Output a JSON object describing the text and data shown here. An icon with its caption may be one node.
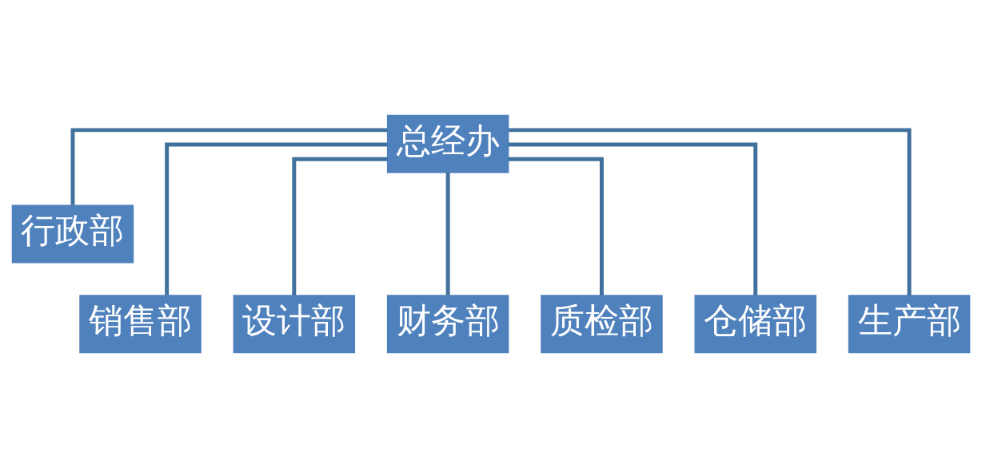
{
  "diagram": {
    "nodes": [
      {
        "text": [
          "总经办"
        ]
      },
      {
        "text": [
          "行政部"
        ]
      },
      {
        "text": [
          "销售部"
        ]
      },
      {
        "text": [
          "设计部"
        ]
      },
      {
        "text": [
          "财务部"
        ]
      },
      {
        "text": [
          "质检部"
        ]
      },
      {
        "text": [
          "仓储部"
        ]
      },
      {
        "text": [
          "生产部"
        ]
      }
    ],
    "edges": [
      {
        "from": 0,
        "to": 1,
        "arrow": "none"
      },
      {
        "from": 0,
        "to": 2,
        "arrow": "none"
      },
      {
        "from": 0,
        "to": 3,
        "arrow": "none"
      },
      {
        "from": 0,
        "to": 4,
        "arrow": "none"
      },
      {
        "from": 0,
        "to": 5,
        "arrow": "none"
      },
      {
        "from": 0,
        "to": 6,
        "arrow": "none"
      },
      {
        "from": 0,
        "to": 7,
        "arrow": "none"
      }
    ]
  }
}
